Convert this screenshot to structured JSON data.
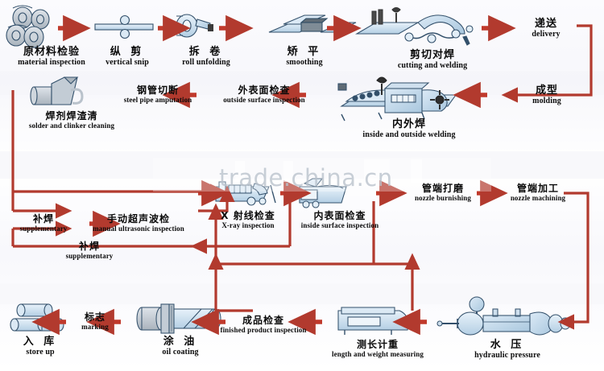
{
  "diagram": {
    "title": "Steel Pipe Manufacturing Process Flow",
    "watermark": "trade.china.cn",
    "colors": {
      "arrow_red": "#C0392B",
      "connector_red": "#B23A2E",
      "icon_blue": "#bcd6ea",
      "icon_outline": "#2b4a63",
      "text": "#0a0a0a",
      "background": "#fdfdff"
    }
  },
  "nodes": [
    {
      "id": "material-inspection",
      "cn": "原材料检验",
      "en": "material inspection"
    },
    {
      "id": "vertical-snip",
      "cn": "纵 剪",
      "en": "vertical snip"
    },
    {
      "id": "roll-unfolding",
      "cn": "拆 卷",
      "en": "roll unfolding"
    },
    {
      "id": "smoothing",
      "cn": "矫 平",
      "en": "smoothing"
    },
    {
      "id": "cutting-and-welding",
      "cn": "剪切对焊",
      "en": "cutting and welding"
    },
    {
      "id": "delivery",
      "cn": "递送",
      "en": "delivery"
    },
    {
      "id": "molding",
      "cn": "成型",
      "en": "molding"
    },
    {
      "id": "inside-and-outside-welding",
      "cn": "内外焊",
      "en": "inside and outside welding"
    },
    {
      "id": "outside-surface-inspection",
      "cn": "外表面检查",
      "en": "outside surface inspection"
    },
    {
      "id": "steel-pipe-amputation",
      "cn": "钢管切断",
      "en": "steel pipe amputation"
    },
    {
      "id": "solder-and-clinker-cleaning",
      "cn": "焊剂焊渣清",
      "en": "solder and clinker cleaning"
    },
    {
      "id": "supplementary-upper",
      "cn": "补焊",
      "en": "supplementary"
    },
    {
      "id": "manual-ultrasonic-inspection",
      "cn": "手动超声波检",
      "en": "manual ultrasonic inspection"
    },
    {
      "id": "supplementary-lower",
      "cn": "补焊",
      "en": "supplementary"
    },
    {
      "id": "x-ray-inspection",
      "cn": "X 射线检查",
      "en": "X-ray inspection"
    },
    {
      "id": "inside-surface-inspection",
      "cn": "内表面检查",
      "en": "inside surface inspection"
    },
    {
      "id": "nozzle-burnishing",
      "cn": "管端打磨",
      "en": "nozzle burnishing"
    },
    {
      "id": "nozzle-machining",
      "cn": "管端加工",
      "en": "nozzle machining"
    },
    {
      "id": "hydraulic-pressure",
      "cn": "水 压",
      "en": "hydraulic pressure"
    },
    {
      "id": "length-and-weight-measuring",
      "cn": "测长计重",
      "en": "length and weight measuring"
    },
    {
      "id": "finished-product-inspection",
      "cn": "成品检查",
      "en": "finished product inspection"
    },
    {
      "id": "oil-coating",
      "cn": "涂 油",
      "en": "oil coating"
    },
    {
      "id": "marking",
      "cn": "标志",
      "en": "marking"
    },
    {
      "id": "store-up",
      "cn": "入 库",
      "en": "store up"
    }
  ],
  "icons": [
    {
      "id": "coil-stack-icon",
      "depicts": "stacked steel coils"
    },
    {
      "id": "slitting-line-icon",
      "depicts": "slitting rollers on strip"
    },
    {
      "id": "uncoiler-icon",
      "depicts": "uncoiler reel"
    },
    {
      "id": "leveller-icon",
      "depicts": "levelling machine"
    },
    {
      "id": "shear-welder-icon",
      "depicts": "shear and butt welder line"
    },
    {
      "id": "welding-machine-icon",
      "depicts": "inside and outside welding machine"
    },
    {
      "id": "cleaning-nozzle-icon",
      "depicts": "flux and slag cleaning nozzle"
    },
    {
      "id": "xray-machine-icon",
      "depicts": "x-ray inspection machine"
    },
    {
      "id": "inside-scope-icon",
      "depicts": "inside surface inspection cart"
    },
    {
      "id": "hydro-tester-icon",
      "depicts": "hydraulic pressure tester"
    },
    {
      "id": "weigh-scale-icon",
      "depicts": "length and weight measuring scale"
    },
    {
      "id": "oil-coating-pipe-icon",
      "depicts": "pipe with oil coating head"
    },
    {
      "id": "stored-pipes-icon",
      "depicts": "stacked finished pipes"
    }
  ]
}
